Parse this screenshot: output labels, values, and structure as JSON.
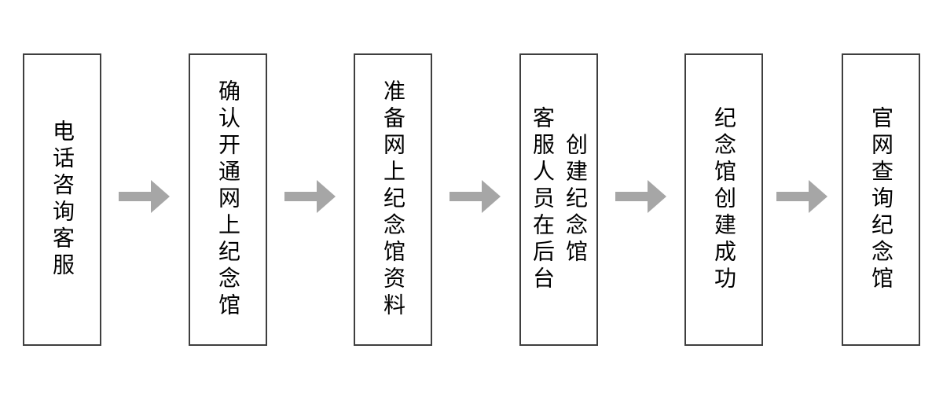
{
  "diagram": {
    "type": "flowchart",
    "direction": "left-to-right",
    "steps": [
      {
        "label": "电话咨询客服"
      },
      {
        "label": "确认开通网上纪念馆"
      },
      {
        "label": "准备网上纪念馆资料"
      },
      {
        "label": "客服人员在后台\n创建纪念馆"
      },
      {
        "label": "纪念馆创建成功"
      },
      {
        "label": "官网查询纪念馆"
      }
    ],
    "colors": {
      "background": "#ffffff",
      "box_fill": "#ffffff",
      "box_border": "#3f3f3f",
      "text": "#000000",
      "arrow": "#a6a6a6"
    }
  }
}
